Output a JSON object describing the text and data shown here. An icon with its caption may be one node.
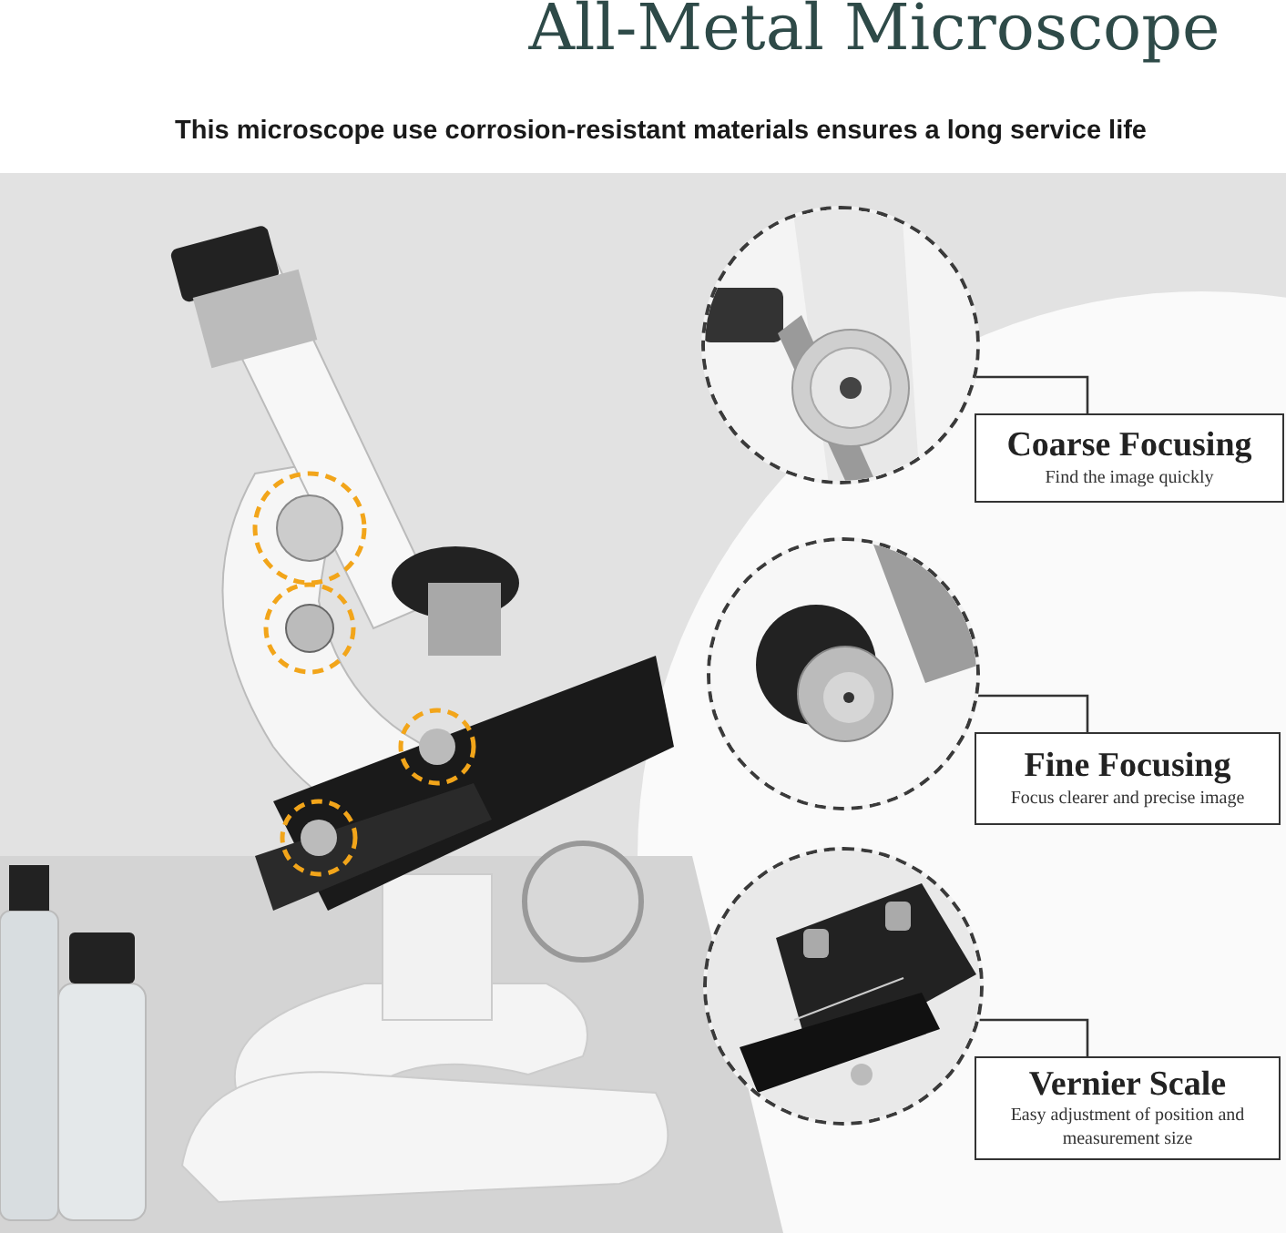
{
  "diagram": {
    "title": "All-Metal Microscope",
    "nodes": [
      {
        "text": [],
        "shape": "picture"
      },
      {
        "text": [
          "Coarse Focusing",
          "Find the image quickly"
        ]
      },
      {
        "text": [],
        "shape": "picture"
      },
      {
        "text": [
          "Fine Focusing",
          "Focus clearer and precise image"
        ]
      },
      {
        "text": [],
        "shape": "picture"
      },
      {
        "text": [
          "Vernier Scale",
          "Easy adjustment of position and measurement size"
        ]
      }
    ],
    "edges": [
      {
        "from": 1,
        "to": 0,
        "arrow": "none"
      },
      {
        "from": 3,
        "to": 2,
        "arrow": "none"
      },
      {
        "from": 5,
        "to": 4,
        "arrow": "none"
      }
    ],
    "labels": [
      "This microscope use corrosion-resistant materials ensures a long service life"
    ]
  }
}
